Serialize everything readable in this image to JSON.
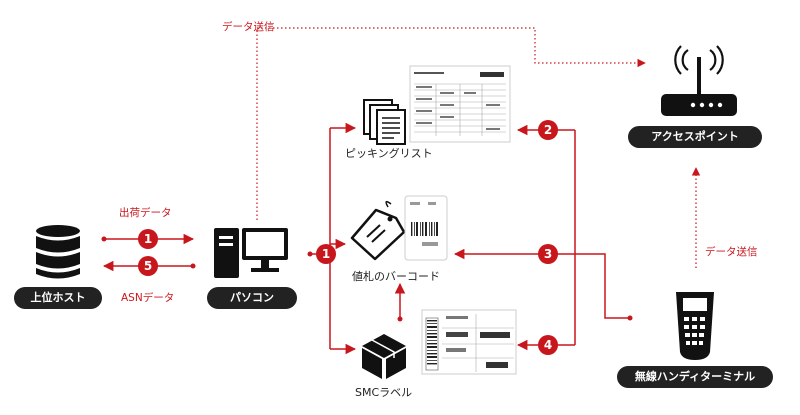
{
  "nodes": {
    "host": "上位ホスト",
    "pc": "パソコン",
    "access_point": "アクセスポイント",
    "terminal": "無線ハンディターミナル",
    "picking_list": "ピッキングリスト",
    "price_tag": "値札のバーコード",
    "smc_label": "SMCラベル"
  },
  "edges": {
    "data_send_top": "データ送信",
    "data_send_right": "データ送信",
    "shipping_data": "出荷データ",
    "asn_data": "ASNデータ"
  },
  "steps": [
    "1",
    "5",
    "1",
    "2",
    "3",
    "4"
  ],
  "colors": {
    "accent": "#c8161d",
    "pill_bg": "#222222"
  },
  "icons": [
    "database-icon",
    "desktop-pc-icon",
    "router-icon",
    "handheld-terminal-icon",
    "documents-icon",
    "price-tag-icon",
    "box-icon",
    "picking-sheet-thumbnail",
    "price-tag-thumbnail",
    "smc-label-thumbnail"
  ]
}
